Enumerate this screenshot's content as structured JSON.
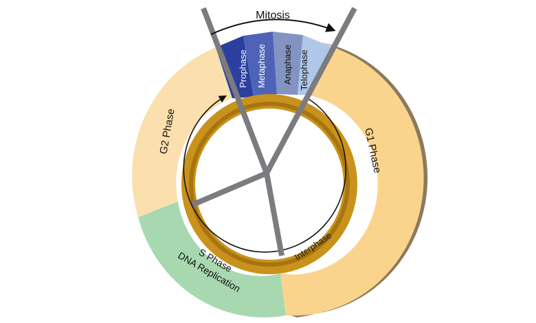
{
  "diagram": {
    "mitosis_label": "Mitosis",
    "interphase_label": "Interphase",
    "phases": {
      "g1": {
        "label": "G1 Phase",
        "color": "#fad48c"
      },
      "g2": {
        "label": "G2 Phase",
        "color": "#fbe0ae"
      },
      "s": {
        "label": "S Phase",
        "sublabel": "DNA Replication",
        "color": "#a8d8b0"
      }
    },
    "mitosis_stages": [
      {
        "label": "Prophase",
        "color": "#2a3f9e"
      },
      {
        "label": "Metaphase",
        "color": "#4e63b8"
      },
      {
        "label": "Anaphase",
        "color": "#8394c2"
      },
      {
        "label": "Telophase",
        "color": "#afc7e8"
      }
    ],
    "colors": {
      "inner_ring": "#c8921c",
      "inner_ring_dark": "#a87410",
      "ring_side": "#9b8a6e",
      "spindle": "#7b7b80",
      "arrow": "#111111"
    }
  }
}
